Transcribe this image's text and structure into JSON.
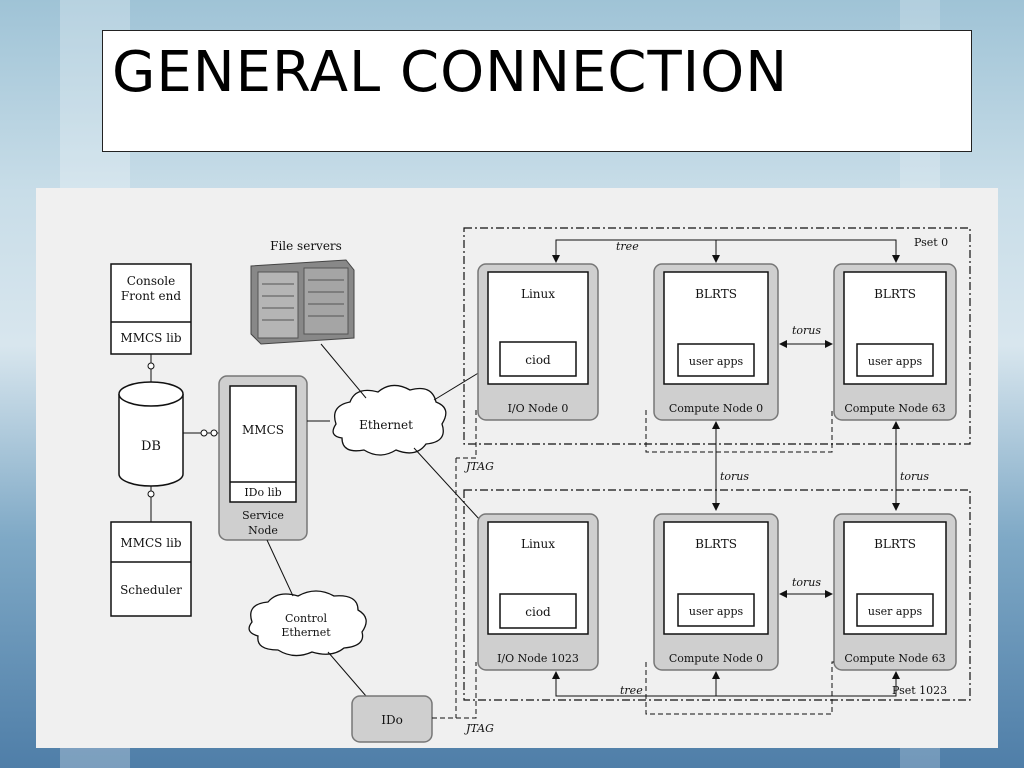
{
  "slide": {
    "title": "GENERAL CONNECTION"
  },
  "diagram": {
    "file_servers_label": "File servers",
    "console_frontend_label": "Console Front end",
    "mmcs_lib_top": "MMCS lib",
    "db_label": "DB",
    "mmcs_lib_bottom": "MMCS lib",
    "scheduler_label": "Scheduler",
    "mmcs_label": "MMCS",
    "ido_lib_label": "IDo lib",
    "service_node_label": "Service Node",
    "ethernet_label": "Ethernet",
    "control_ethernet_label": "Control Ethernet",
    "ido_label": "IDo",
    "jtag_top": "JTAG",
    "jtag_bottom": "JTAG",
    "tree_top": "tree",
    "tree_bottom": "tree",
    "torus_top": "torus",
    "torus_bottom": "torus",
    "torus_vertical_left": "torus",
    "torus_vertical_right": "torus",
    "pset_top": "Pset 0",
    "pset_bottom": "Pset 1023",
    "top_row": {
      "io_os": "Linux",
      "io_inner": "ciod",
      "io_caption": "I/O Node 0",
      "c0_os": "BLRTS",
      "c0_inner": "user apps",
      "c0_caption": "Compute Node 0",
      "c63_os": "BLRTS",
      "c63_inner": "user apps",
      "c63_caption": "Compute Node 63"
    },
    "bottom_row": {
      "io_os": "Linux",
      "io_inner": "ciod",
      "io_caption": "I/O Node 1023",
      "c0_os": "BLRTS",
      "c0_inner": "user apps",
      "c0_caption": "Compute Node 0",
      "c63_os": "BLRTS",
      "c63_inner": "user apps",
      "c63_caption": "Compute Node 63"
    }
  }
}
